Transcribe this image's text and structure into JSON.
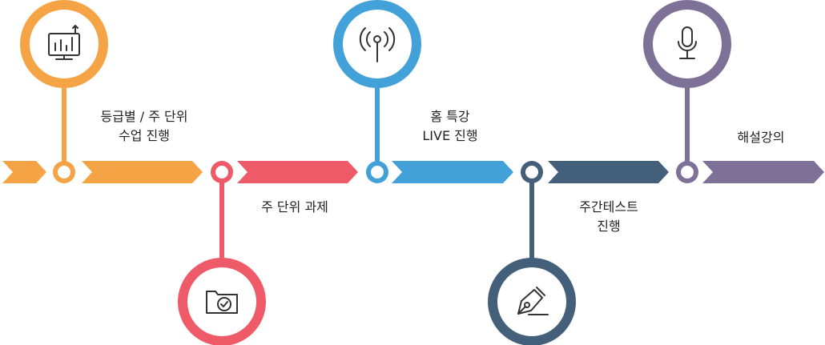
{
  "steps": [
    {
      "id": "s1",
      "color": "#F5A445",
      "icon": "monitor-chart-icon",
      "position": "top",
      "lines": [
        "등급별 / 주 단위",
        "수업 진행"
      ]
    },
    {
      "id": "s2",
      "color": "#EF5A68",
      "icon": "folder-check-icon",
      "position": "bottom",
      "lines": [
        "주 단위 과제"
      ]
    },
    {
      "id": "s3",
      "color": "#42A1D8",
      "icon": "broadcast-antenna-icon",
      "position": "top",
      "lines": [
        "홈 특강",
        "LIVE 진행"
      ]
    },
    {
      "id": "s4",
      "color": "#445F7A",
      "icon": "pen-nib-icon",
      "position": "bottom",
      "lines": [
        "주간테스트",
        "진행"
      ]
    },
    {
      "id": "s5",
      "color": "#7E7198",
      "icon": "microphone-icon",
      "position": "top",
      "lines": [
        "해설강의"
      ]
    }
  ]
}
